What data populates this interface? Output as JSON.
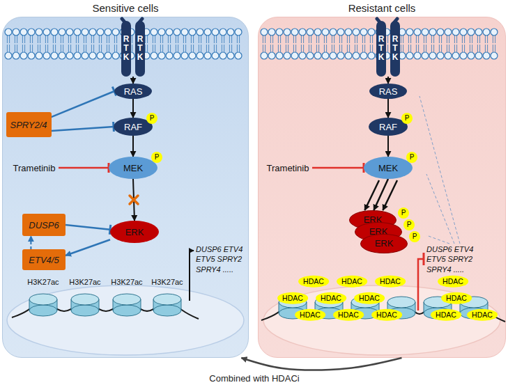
{
  "diagram": {
    "nodes": [
      {
        "text": [
          "Sensitive cells"
        ]
      },
      {
        "text": [
          "Resistant cells"
        ]
      },
      {
        "text": [
          "RTK",
          "RTK"
        ],
        "in": 0
      },
      {
        "text": [
          "RAS"
        ],
        "in": 0
      },
      {
        "text": [
          "RAF",
          "P"
        ],
        "in": 0
      },
      {
        "text": [
          "MEK",
          "P"
        ],
        "in": 0
      },
      {
        "text": [
          "ERK"
        ],
        "in": 0
      },
      {
        "text": [
          "SPRY2/4"
        ],
        "in": 0
      },
      {
        "text": [
          "DUSP6"
        ],
        "in": 0
      },
      {
        "text": [
          "ETV4/5"
        ],
        "in": 0
      },
      {
        "text": [
          "Trametinib"
        ],
        "in": 0
      },
      {
        "text": [
          "RTK",
          "RTK"
        ],
        "in": 1
      },
      {
        "text": [
          "RAS"
        ],
        "in": 1
      },
      {
        "text": [
          "RAF",
          "P"
        ],
        "in": 1
      },
      {
        "text": [
          "MEK",
          "P"
        ],
        "in": 1
      },
      {
        "text": [
          "ERK",
          "ERK",
          "ERK",
          "P",
          "P",
          "P"
        ],
        "in": 1
      },
      {
        "text": [
          "Trametinib"
        ],
        "in": 1
      }
    ],
    "edges": [
      {
        "from": 7,
        "to": 3,
        "arrow": "to"
      },
      {
        "from": 7,
        "to": 4,
        "arrow": "to"
      },
      {
        "from": 2,
        "to": 3,
        "arrow": "to"
      },
      {
        "from": 3,
        "to": 4,
        "arrow": "to"
      },
      {
        "from": 4,
        "to": 5,
        "arrow": "to"
      },
      {
        "from": 5,
        "to": 6,
        "arrow": "to"
      },
      {
        "from": 10,
        "to": 5,
        "arrow": "to"
      },
      {
        "from": 8,
        "to": 6,
        "arrow": "to"
      },
      {
        "from": 6,
        "to": 9,
        "arrow": "to"
      },
      {
        "from": 9,
        "to": 8,
        "arrow": "to"
      },
      {
        "from": 11,
        "to": 12,
        "arrow": "to"
      },
      {
        "from": 12,
        "to": 13,
        "arrow": "to"
      },
      {
        "from": 13,
        "to": 14,
        "arrow": "to"
      },
      {
        "from": 14,
        "to": 15,
        "arrow": "to"
      },
      {
        "from": 16,
        "to": 14,
        "arrow": "to"
      },
      {
        "from": 1,
        "to": 0,
        "label": "Combined with HDACi",
        "arrow": "to"
      }
    ],
    "labels": [
      "H3K27ac",
      "H3K27ac",
      "H3K27ac",
      "H3K27ac",
      "DUSP6 ETV4 ETV5 SPRY2 SPRY4 .....",
      "DUSP6 ETV4 ETV5 SPRY2 SPRY4 .....",
      "HDAC",
      "HDAC",
      "HDAC",
      "HDAC",
      "HDAC",
      "HDAC",
      "HDAC",
      "HDAC",
      "HDAC",
      "HDAC",
      "HDAC",
      "HDAC",
      "HDAC"
    ]
  }
}
